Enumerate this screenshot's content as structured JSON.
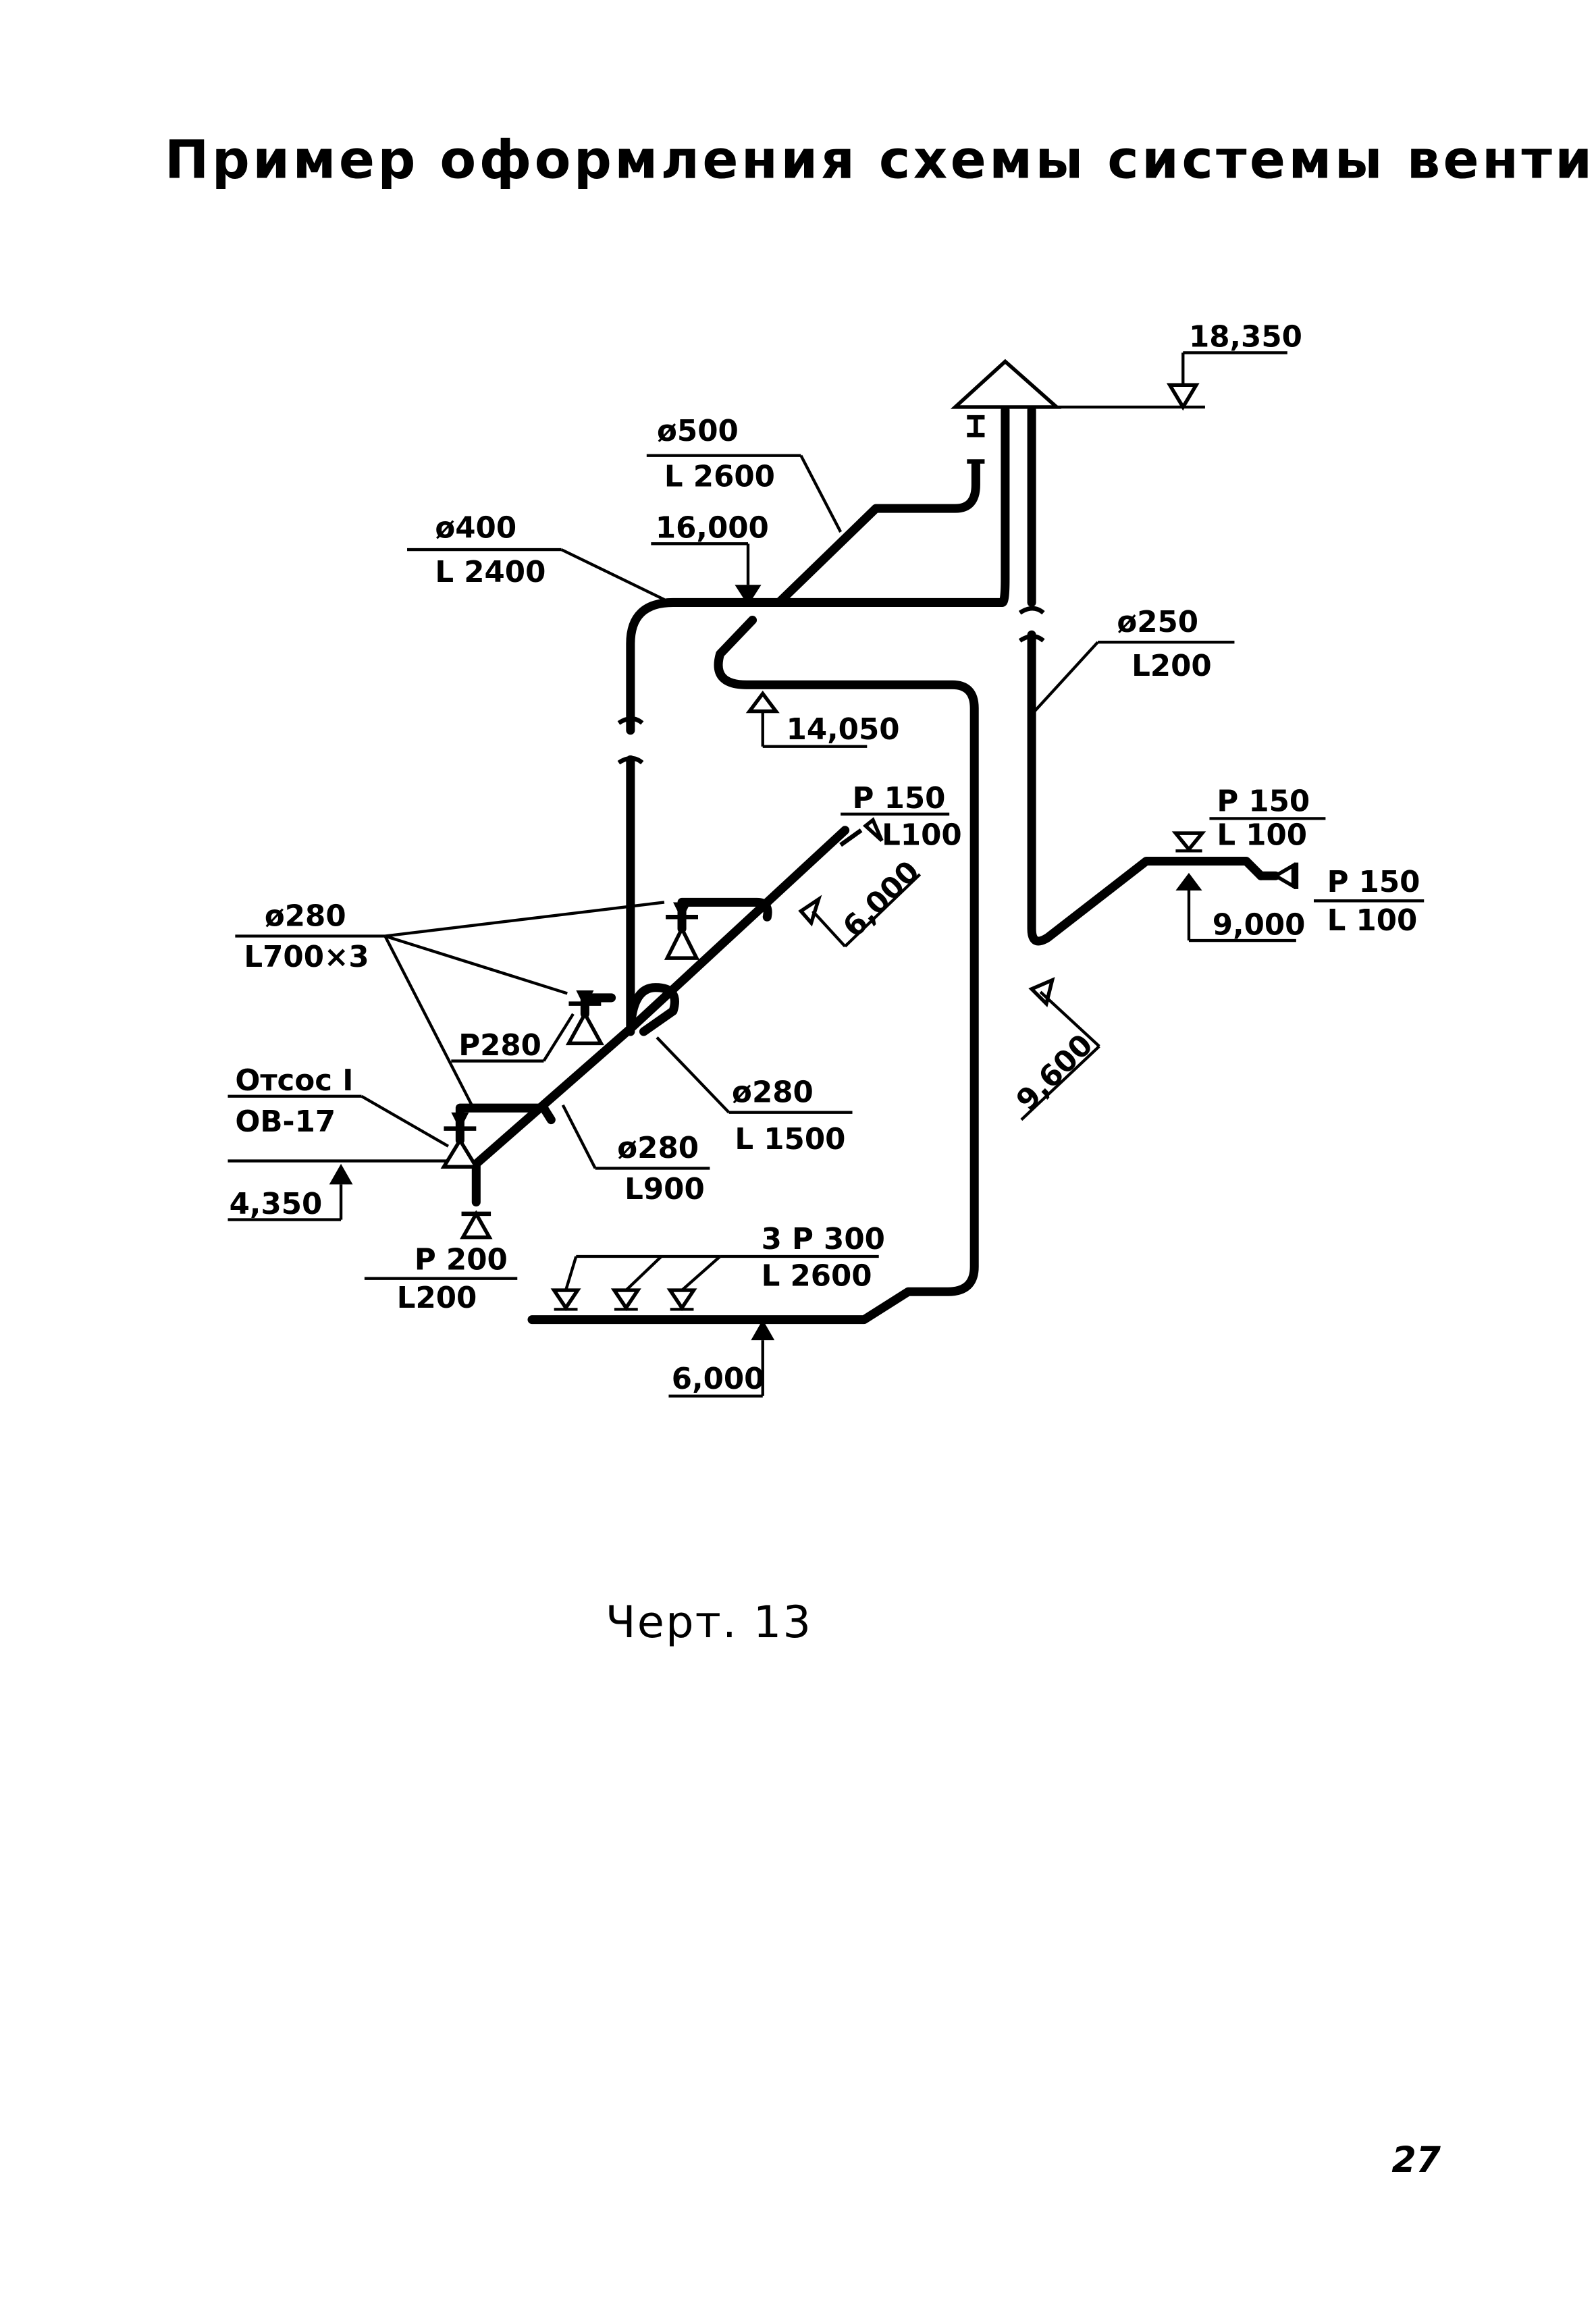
{
  "title": "Пример оформления схемы системы вентиляции",
  "caption": "Черт. 13",
  "page_number": "27",
  "labels": {
    "top_level": "18,350",
    "d500_dia": "ø500",
    "d500_len": "L 2600",
    "d400_dia": "ø400",
    "d400_len": "L 2400",
    "level_16000": "16,000",
    "level_14050": "14,050",
    "d250_dia": "ø250",
    "d250_len": "L200",
    "p150a_type": "P 150",
    "p150a_len": "L100",
    "p150b_type": "P 150",
    "p150b_len": "L 100",
    "p150c_type": "P 150",
    "p150c_len": "L 100",
    "level_6000_diag": "6,000",
    "level_9000": "9,000",
    "level_9600": "9,600",
    "d280_dia": "ø280",
    "d280_len": "L700×3",
    "p280": "P280",
    "otsos_label": "Отсос I",
    "ov_label": "ОВ-17",
    "level_4350": "4,350",
    "d280b_dia": "ø280",
    "d280b_len": "L 1500",
    "d280c_dia": "ø280",
    "d280c_len": "L900",
    "p200_type": "P 200",
    "p200_len": "L200",
    "p300_type": "3 P 300",
    "p300_len": "L 2600",
    "level_6000_bottom": "6,000"
  }
}
